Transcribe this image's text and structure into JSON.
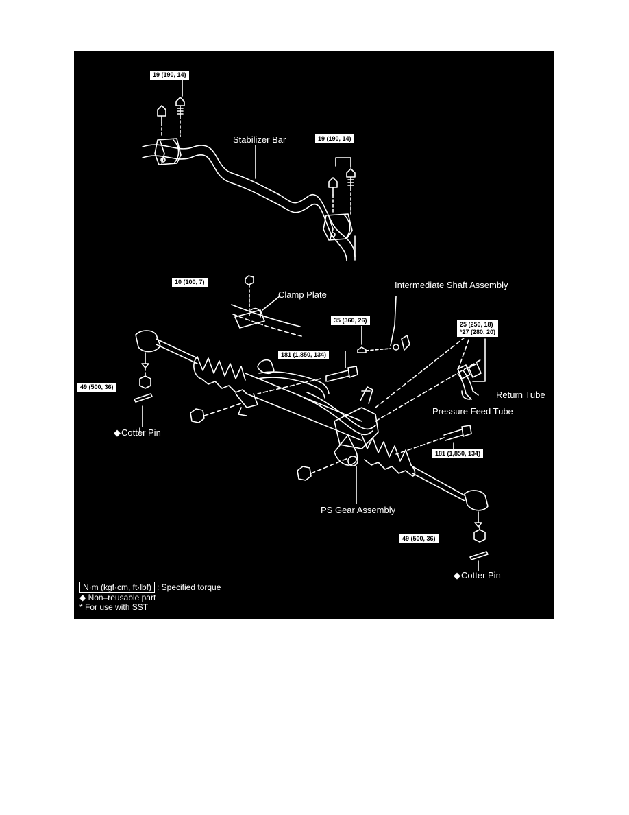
{
  "torque_boxes": {
    "stab_left": "19 (190, 14)",
    "stab_right": "19 (190, 14)",
    "clamp_nut": "10 (100, 7)",
    "shaft_bolt": "35 (360, 26)",
    "tube_union_line1": "25 (250, 18)",
    "tube_union_line2": "*27 (280, 20)",
    "mount_bolt_upper": "181 (1,850, 134)",
    "mount_bolt_lower": "181 (1,850, 134)",
    "tie_rod_nut_left": "49 (500, 36)",
    "tie_rod_nut_right": "49 (500, 36)"
  },
  "labels": {
    "stabilizer_bar": "Stabilizer Bar",
    "clamp_plate": "Clamp Plate",
    "intermediate_shaft": "Intermediate Shaft Assembly",
    "return_tube": "Return Tube",
    "pressure_feed_tube": "Pressure Feed Tube",
    "ps_gear_assembly": "PS Gear Assembly",
    "cotter_pin_left": "Cotter Pin",
    "cotter_pin_right": "Cotter Pin"
  },
  "symbols": {
    "non_reusable_mark": "◆",
    "sst_mark": "*"
  },
  "legend": {
    "torque_key": "N·m (kgf·cm, ft·lbf)",
    "torque_desc": ": Specified torque",
    "non_reusable": "Non–reusable part",
    "sst": "For use with SST"
  },
  "colors": {
    "background": "#000000",
    "line_art": "#ffffff",
    "page": "#ffffff"
  }
}
